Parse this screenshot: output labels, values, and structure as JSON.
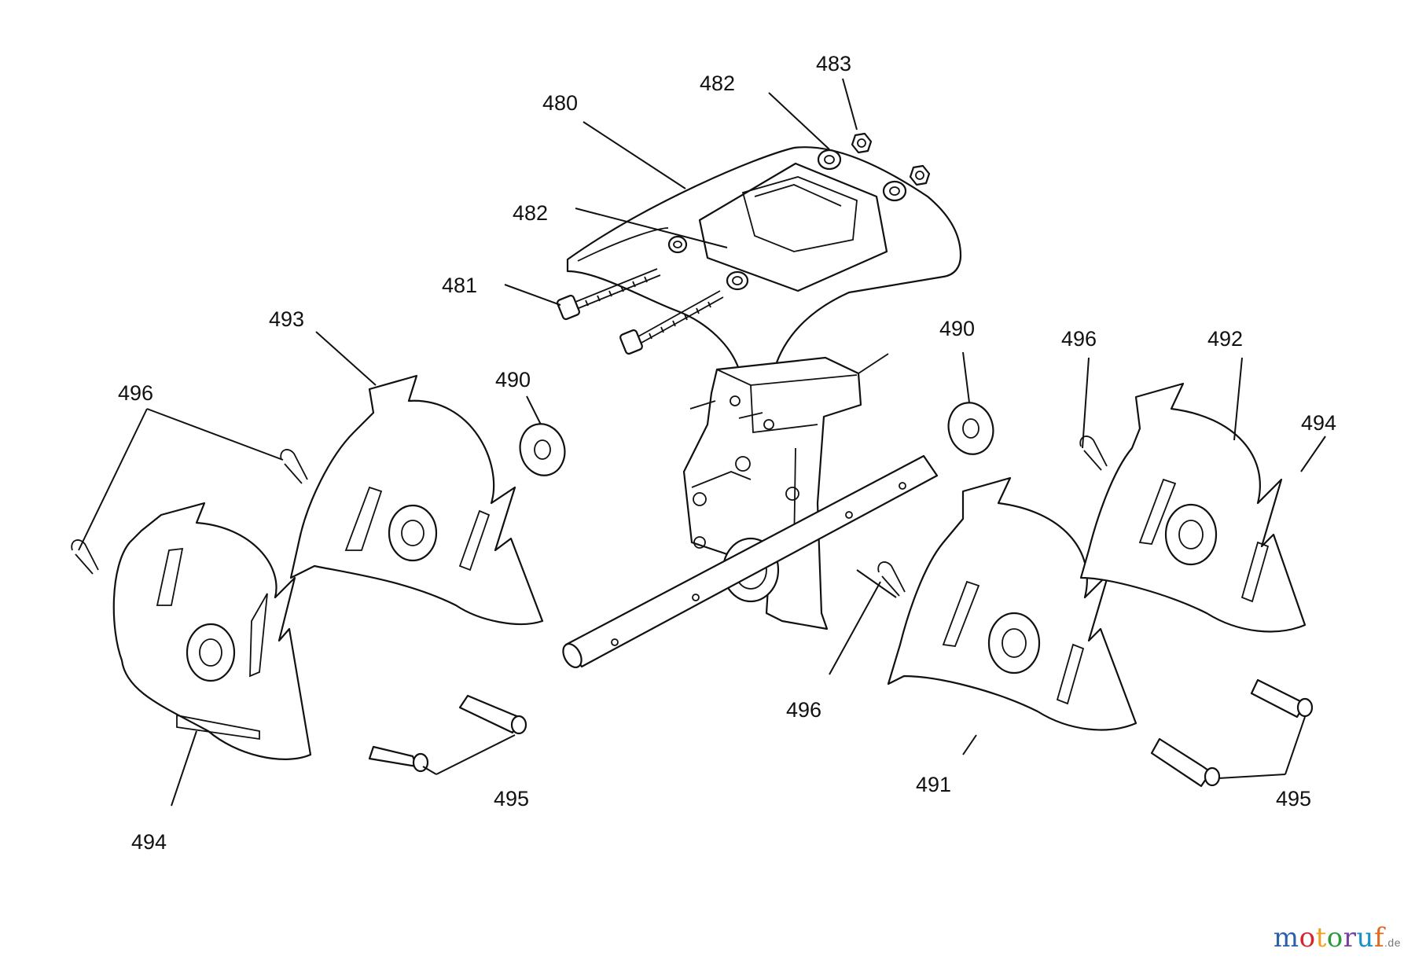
{
  "diagram": {
    "callouts": [
      {
        "id": "c480",
        "text": "480"
      },
      {
        "id": "c481",
        "text": "481"
      },
      {
        "id": "c482a",
        "text": "482"
      },
      {
        "id": "c482b",
        "text": "482"
      },
      {
        "id": "c483",
        "text": "483"
      },
      {
        "id": "c490a",
        "text": "490"
      },
      {
        "id": "c490b",
        "text": "490"
      },
      {
        "id": "c491",
        "text": "491"
      },
      {
        "id": "c492",
        "text": "492"
      },
      {
        "id": "c493",
        "text": "493"
      },
      {
        "id": "c494a",
        "text": "494"
      },
      {
        "id": "c494b",
        "text": "494"
      },
      {
        "id": "c495a",
        "text": "495"
      },
      {
        "id": "c495b",
        "text": "495"
      },
      {
        "id": "c496a",
        "text": "496"
      },
      {
        "id": "c496b",
        "text": "496"
      },
      {
        "id": "c496c",
        "text": "496"
      }
    ]
  },
  "watermark": {
    "letters": [
      "m",
      "o",
      "t",
      "o",
      "r",
      "u",
      "f"
    ],
    "letter_colors": [
      "#2b5fa8",
      "#d4262b",
      "#f0a020",
      "#2b9a3a",
      "#7a3fa0",
      "#1a8fc8",
      "#e06820"
    ],
    "suffix": ".de"
  }
}
